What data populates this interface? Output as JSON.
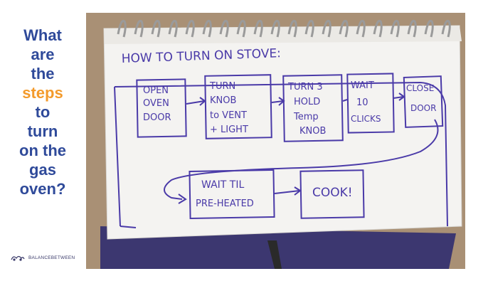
{
  "title": {
    "line1": "What",
    "line2": "are",
    "line3": "the",
    "line4": "steps",
    "line5": "to",
    "line6": "turn",
    "line7": "on the",
    "line8": "gas",
    "line9": "oven?"
  },
  "brand": {
    "name": "BALANCEBETWEEN"
  },
  "notebook": {
    "heading": "HOW TO TURN ON STOVE:",
    "steps": [
      {
        "lines": [
          "OPEN",
          "OVEN",
          "DOOR"
        ]
      },
      {
        "lines": [
          "TURN",
          "KNOB",
          "to VENT",
          "+ LIGHT"
        ]
      },
      {
        "lines": [
          "TURN 3",
          "HOLD",
          "Temp",
          "KNOB"
        ]
      },
      {
        "lines": [
          "WAIT",
          "10",
          "CLICKS"
        ]
      },
      {
        "lines": [
          "CLOSE",
          "DOOR"
        ]
      },
      {
        "lines": [
          "WAIT TIL",
          "PRE-HEATED"
        ]
      },
      {
        "lines": [
          "COOK!"
        ]
      }
    ]
  },
  "colors": {
    "title": "#2f4a9a",
    "accent": "#f39a2b",
    "ink": "#4a3aa8"
  }
}
